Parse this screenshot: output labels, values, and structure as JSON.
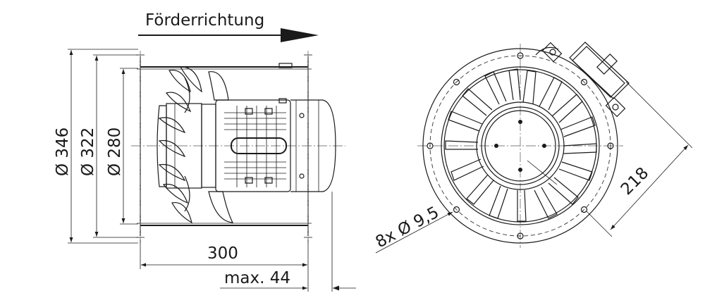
{
  "flow_label": "Förderrichtung",
  "dimensions": {
    "dia_outer": "Ø 346",
    "dia_flange": "Ø 322",
    "dia_inner": "Ø 280",
    "length": "300",
    "motor_overhang": "max. 44",
    "holes": "8x Ø 9,5",
    "box_extent": "218"
  }
}
